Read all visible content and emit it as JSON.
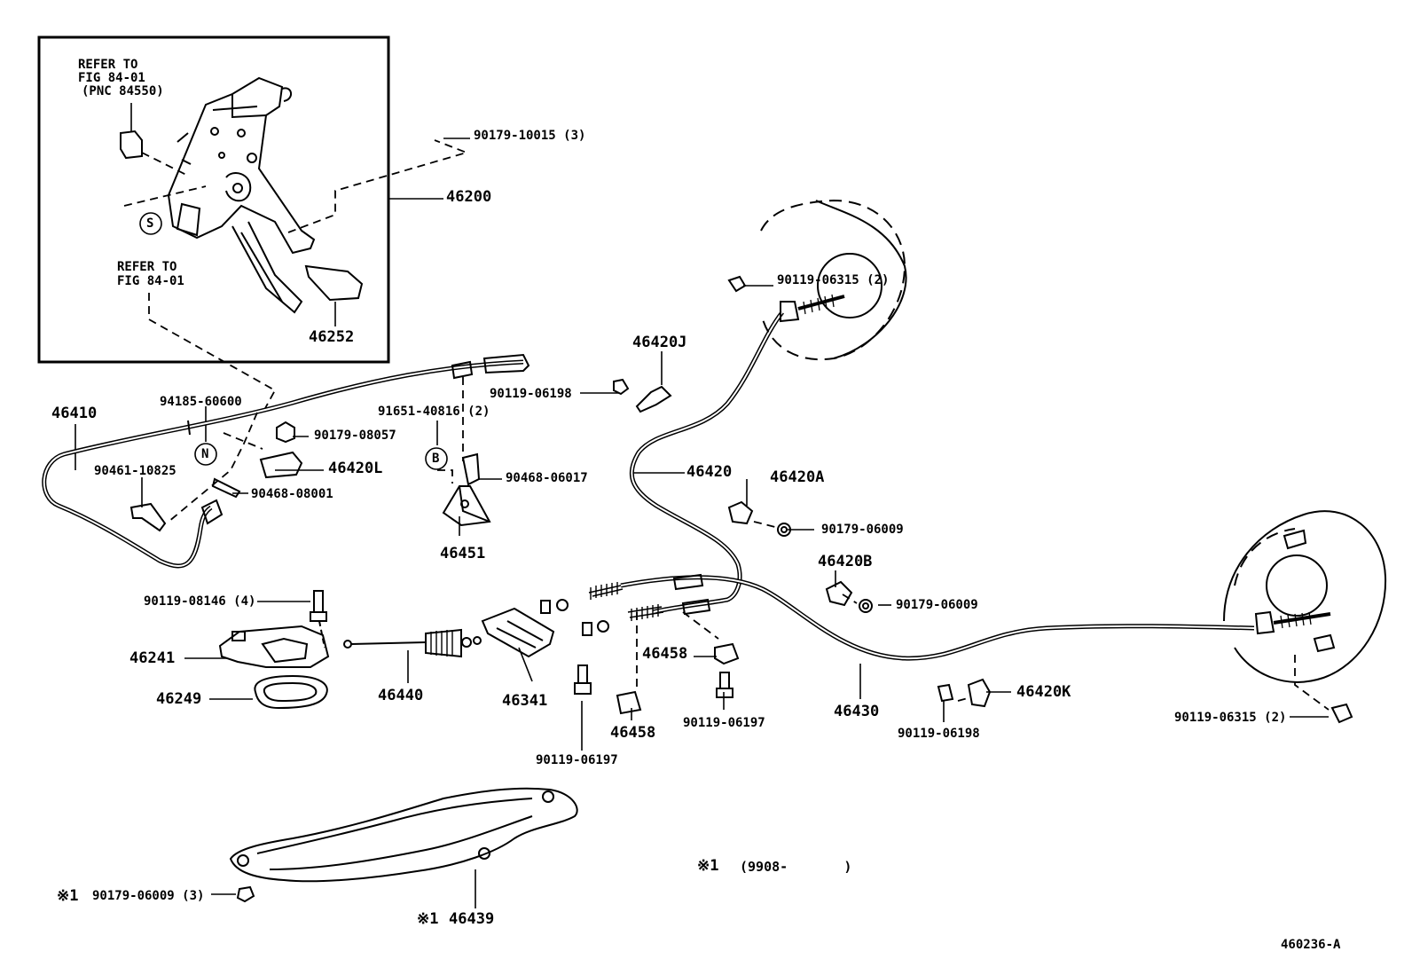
{
  "inset": {
    "ref_top": [
      "REFER TO",
      "FIG 84-01",
      "(PNC 84550)"
    ],
    "ref_bottom": [
      "REFER TO",
      "FIG 84-01"
    ]
  },
  "parts": {
    "p90179_10015": "90179-10015 (3)",
    "p46200": "46200",
    "p46252": "46252",
    "p46410": "46410",
    "p94185_60600": "94185-60600",
    "p90179_08057": "90179-08057",
    "p46420L": "46420L",
    "p90461_10825": "90461-10825",
    "p90468_08001": "90468-08001",
    "p91651_40816": "91651-40816 (2)",
    "p90468_06017": "90468-06017",
    "p46451": "46451",
    "p46420J": "46420J",
    "p90119_06198_a": "90119-06198",
    "p90119_06315_a": "90119-06315 (2)",
    "p46420": "46420",
    "p46420A": "46420A",
    "p90179_06009_a": "90179-06009",
    "p46420B": "46420B",
    "p90179_06009_b": "90179-06009",
    "p90119_08146": "90119-08146 (4)",
    "p46241": "46241",
    "p46249": "46249",
    "p46440": "46440",
    "p46341": "46341",
    "p90119_06197_a": "90119-06197",
    "p46458_a": "46458",
    "p46458_b": "46458",
    "p90119_06197_b": "90119-06197",
    "p46430": "46430",
    "p46420K": "46420K",
    "p90119_06198_b": "90119-06198",
    "p90119_06315_b": "90119-06315 (2)",
    "p90179_06009_c": "90179-06009 (3)",
    "p46439": "46439"
  },
  "callouts": {
    "S": "S",
    "N": "N",
    "B": "B"
  },
  "notes": {
    "mark1_a": "※1",
    "mark1_b": "※1",
    "mark1_legend": "※1",
    "legend_date": "(9908-       )"
  },
  "figure_code": "460236-A"
}
